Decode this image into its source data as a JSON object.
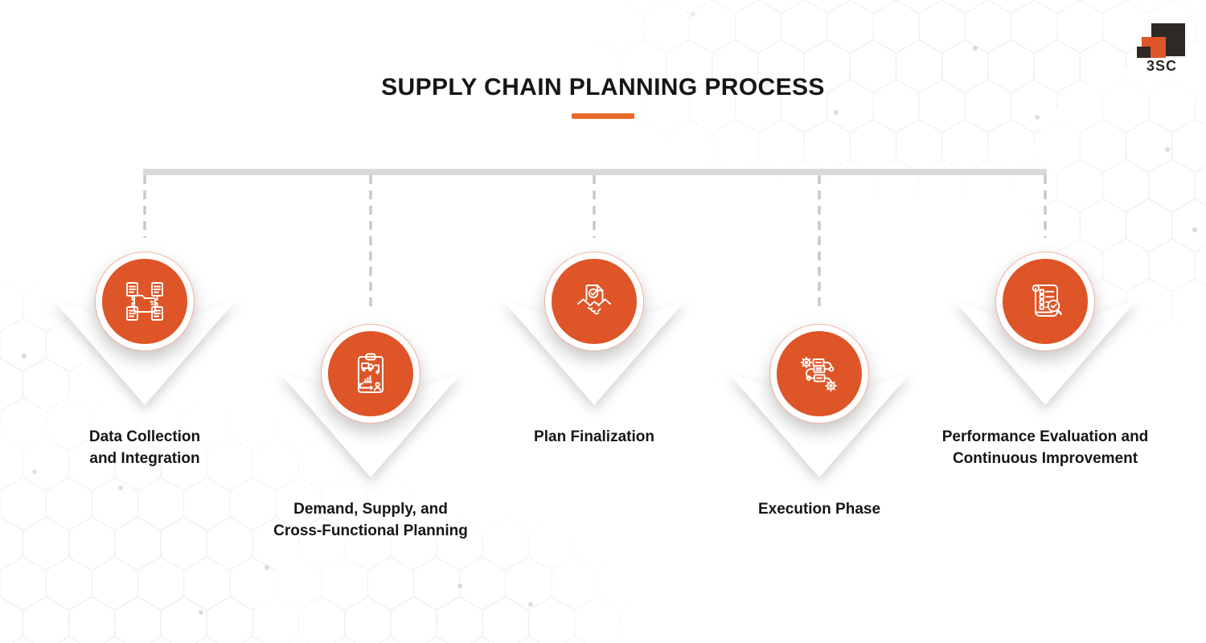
{
  "title": {
    "text": "SUPPLY CHAIN PLANNING PROCESS"
  },
  "logo": {
    "text": "3SC"
  },
  "colors": {
    "accent": "#DE5527",
    "underline": "#E8692B",
    "connector": "#D9D9D9",
    "dash": "#C8C8C8",
    "ink": "#161616"
  },
  "steps": [
    {
      "label": "Data Collection\nand Integration",
      "icon": "data-collection-icon",
      "row": "top"
    },
    {
      "label": "Demand, Supply, and\nCross-Functional Planning",
      "icon": "planning-clipboard-icon",
      "row": "bottom"
    },
    {
      "label": "Plan Finalization",
      "icon": "plan-finalization-icon",
      "row": "top"
    },
    {
      "label": "Execution Phase",
      "icon": "execution-workflow-icon",
      "row": "bottom"
    },
    {
      "label": "Performance Evaluation and\nContinuous Improvement",
      "icon": "performance-evaluation-icon",
      "row": "top"
    }
  ]
}
